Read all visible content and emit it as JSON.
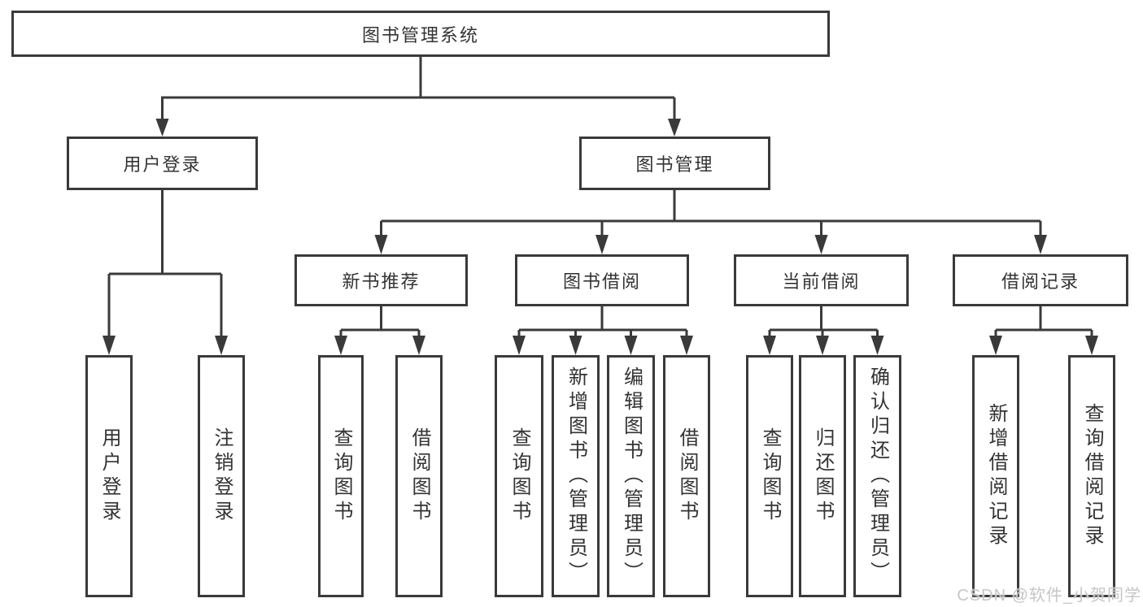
{
  "diagram": {
    "root": {
      "label": "图书管理系统",
      "children": [
        "user_login",
        "book_mgmt"
      ]
    },
    "level1": {
      "user_login": {
        "label": "用户登录",
        "children": [
          "user_login_action",
          "logout_action"
        ]
      },
      "book_mgmt": {
        "label": "图书管理",
        "children": [
          "new_book_rec",
          "book_borrow",
          "current_borrow",
          "borrow_record"
        ]
      }
    },
    "level2": {
      "new_book_rec": {
        "label": "新书推荐",
        "children": [
          "rec_query_book",
          "rec_borrow_book"
        ]
      },
      "book_borrow": {
        "label": "图书借阅",
        "children": [
          "bb_query_book",
          "bb_add_book",
          "bb_edit_book",
          "bb_borrow_book"
        ]
      },
      "current_borrow": {
        "label": "当前借阅",
        "children": [
          "cb_query_book",
          "cb_return_book",
          "cb_confirm_return"
        ]
      },
      "borrow_record": {
        "label": "借阅记录",
        "children": [
          "br_add_record",
          "br_query_record"
        ]
      }
    },
    "leaves": {
      "user_login_action": {
        "label": "用户登录"
      },
      "logout_action": {
        "label": "注销登录"
      },
      "rec_query_book": {
        "label": "查询图书"
      },
      "rec_borrow_book": {
        "label": "借阅图书"
      },
      "bb_query_book": {
        "label": "查询图书"
      },
      "bb_add_book": {
        "label": "新增图书（管理员）"
      },
      "bb_edit_book": {
        "label": "编辑图书（管理员）"
      },
      "bb_borrow_book": {
        "label": "借阅图书"
      },
      "cb_query_book": {
        "label": "查询图书"
      },
      "cb_return_book": {
        "label": "归还图书"
      },
      "cb_confirm_return": {
        "label": "确认归还（管理员）"
      },
      "br_add_record": {
        "label": "新增借阅记录"
      },
      "br_query_record": {
        "label": "查询借阅记录"
      }
    }
  },
  "watermark": {
    "text": "CSDN @软件_小贺同学"
  },
  "colors": {
    "line": "#3a3a3a",
    "border": "#3a3a3a",
    "text": "#333333",
    "background": "#ffffff",
    "watermark": "#c6c6c6"
  }
}
